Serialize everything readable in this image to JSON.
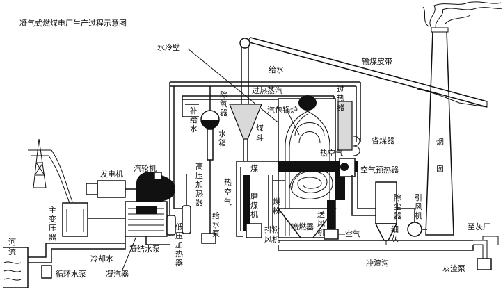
{
  "title": "凝气式燃煤电厂生产过程示意图",
  "labels": {
    "water_wall": "水冷壁",
    "coal_conveyor": "输煤皮带",
    "feed_water": "给水",
    "deaerator": "除氧器",
    "superheated_steam": "过热蒸汽",
    "superheater": "过热器",
    "drum_boiler": "汽包锅炉",
    "makeup_water": "补给水",
    "water_tank": "水箱",
    "coal_hopper": "煤斗",
    "economizer": "省煤器",
    "hot_air_boiler": "热空气",
    "chimney": "烟囱",
    "generator": "发电机",
    "turbine": "汽轮机",
    "hp_heater": "高压加热器",
    "coal": "煤",
    "air_preheater": "空气预热器",
    "hot_air_mill": "热空气",
    "coal_mill": "磨煤机",
    "coal_powder": "煤粉",
    "dust_collector": "除尘器",
    "induced_fan": "引风机",
    "main_transformer": "主变压器",
    "lp_heater": "低压加热器",
    "feed_pump": "给水泵",
    "exhaust_fan": "排粉风机",
    "burner": "喷燃器",
    "forced_fan": "送风机",
    "air": "空气",
    "fine_ash": "细灰",
    "to_ash_yard": "至灰厂",
    "river": "河流",
    "cooling_water": "冷却水",
    "condensate_pump": "凝结水泵",
    "circulating_pump": "循环水泵",
    "condenser": "凝汽器",
    "slag_trench": "冲渣沟",
    "slag_pump": "灰渣泵"
  }
}
